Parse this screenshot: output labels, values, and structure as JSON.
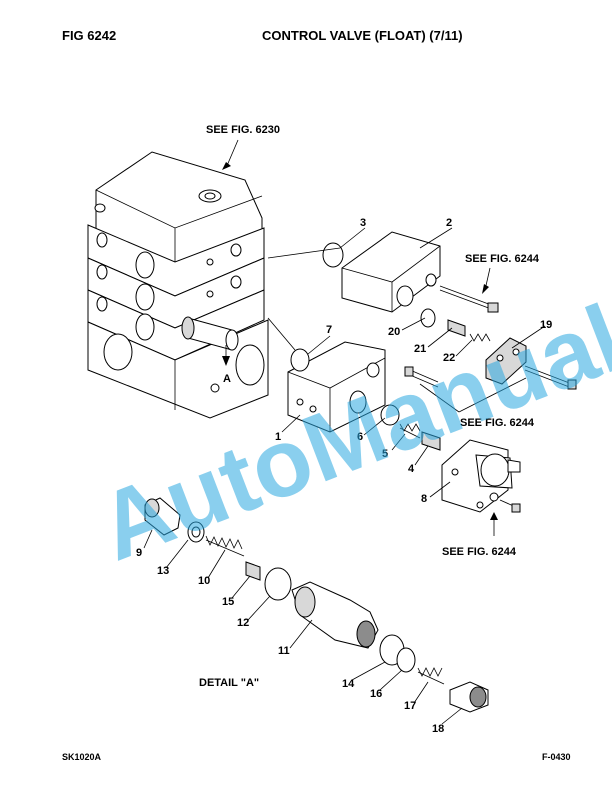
{
  "header": {
    "fig_label": "FIG    6242",
    "title": "CONTROL VALVE (FLOAT) (7/11)"
  },
  "references": {
    "see_6230": "SEE FIG. 6230",
    "see_6244_a": "SEE FIG. 6244",
    "see_6244_b": "SEE FIG. 6244",
    "see_6244_c": "SEE FIG. 6244"
  },
  "detail": {
    "arrow_label": "A",
    "title": "DETAIL \"A\""
  },
  "callouts": {
    "c1": "1",
    "c2": "2",
    "c3": "3",
    "c4": "4",
    "c5": "5",
    "c6": "6",
    "c7": "7",
    "c8": "8",
    "c9": "9",
    "c10": "10",
    "c11": "11",
    "c12": "12",
    "c13": "13",
    "c14": "14",
    "c15": "15",
    "c16": "16",
    "c17": "17",
    "c18": "18",
    "c19": "19",
    "c20": "20",
    "c21": "21",
    "c22": "22"
  },
  "watermark": "AutoManual",
  "footer": {
    "left": "SK1020A",
    "right": "F-0430"
  }
}
